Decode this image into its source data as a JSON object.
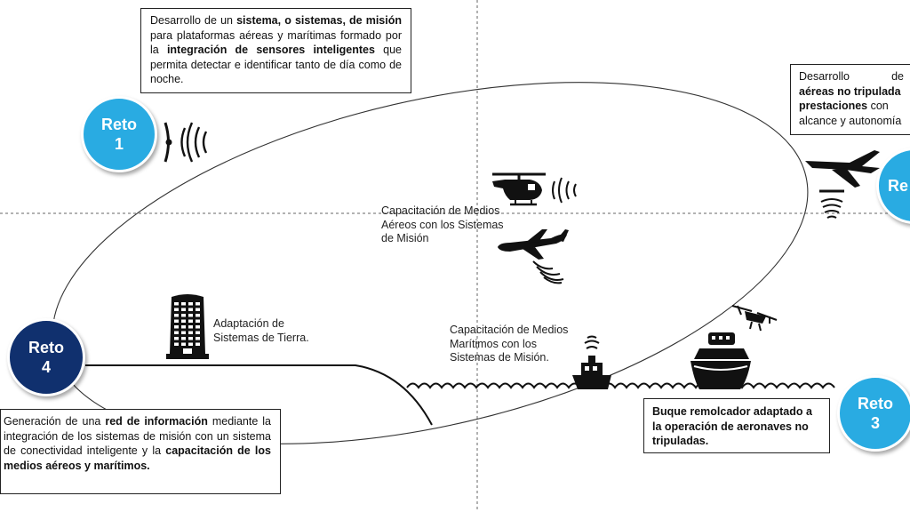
{
  "colors": {
    "reto_light": "#29abe2",
    "reto_dark": "#10306e",
    "ink": "#111111"
  },
  "retos": [
    {
      "word": "Reto",
      "number": "1"
    },
    {
      "word": "Re",
      "number": ""
    },
    {
      "word": "Reto",
      "number": "3"
    },
    {
      "word": "Reto",
      "number": "4"
    }
  ],
  "boxes": {
    "top": {
      "p1": "Desarrollo de un ",
      "b1": "sistema, o sistemas, de misión",
      "p2": " para plataformas aéreas y marítimas formado por la ",
      "b2": "integración de sensores inteligentes",
      "p3": " que permita detectar e identificar tanto de día como de noche."
    },
    "right": {
      "p1": "Desarrollo de ",
      "b1": "aéreas no tripulada",
      "b2": "prestaciones",
      "p2": " con ",
      "p3": "alcance y autonomía"
    },
    "left": {
      "p1": "Generación de una ",
      "b1": "red de información",
      "p2": " mediante la integración de los sistemas de misión con un sistema de conectividad inteligente y la ",
      "b2": "capacitación de los medios aéreos y marítimos."
    },
    "ship": {
      "b1": "Buque remolcador adaptado a la operación de aeronaves no tripuladas."
    }
  },
  "labels": {
    "aereos": "Capacitación de Medios Aéreos con los Sistemas de Misión",
    "tierra": "Adaptación de Sistemas de Tierra.",
    "maritimos": "Capacitación de Medios Marítimos con los Sistemas de Misión."
  },
  "icons": [
    "antenna-icon",
    "helicopter-icon",
    "airplane-icon",
    "uav-icon",
    "building-icon",
    "small-boat-icon",
    "ship-icon",
    "quadcopter-icon",
    "signal-waves-icon",
    "sea-waves-icon"
  ]
}
